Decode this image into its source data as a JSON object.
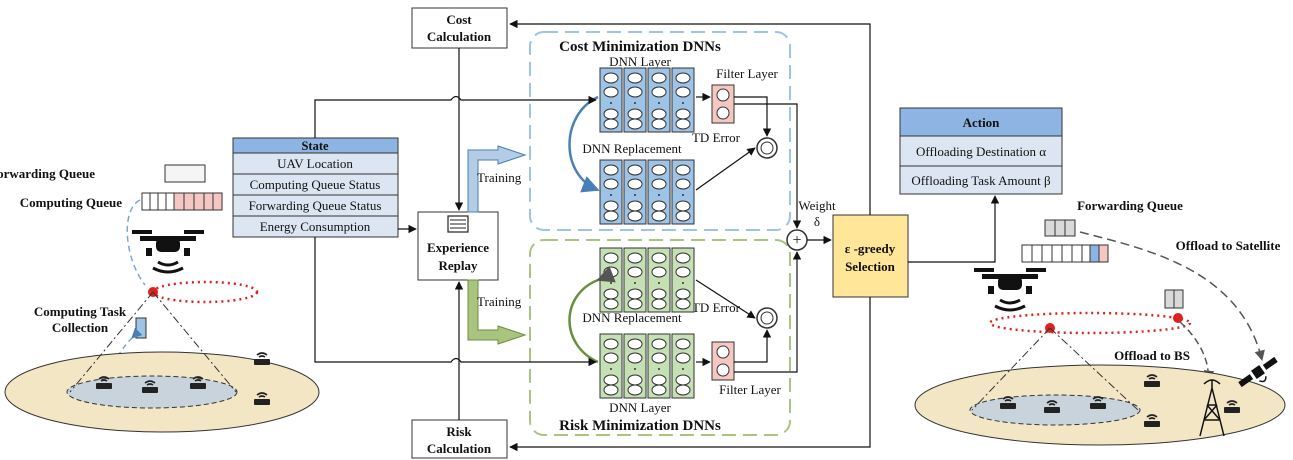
{
  "left_scene": {
    "forwarding_queue_label": "Forwarding Queue",
    "computing_queue_label": "Computing Queue",
    "computing_task_collection_line1": "Computing Task",
    "computing_task_collection_line2": "Collection"
  },
  "state": {
    "title": "State",
    "rows": [
      "UAV Location",
      "Computing Queue Status",
      "Forwarding Queue Status",
      "Energy Consumption"
    ]
  },
  "cost_calculation": {
    "line1": "Cost",
    "line2": "Calculation"
  },
  "risk_calculation": {
    "line1": "Risk",
    "line2": "Calculation"
  },
  "experience_replay": {
    "line1": "Experience",
    "line2": "Replay"
  },
  "training_top": "Training",
  "training_bottom": "Training",
  "cost_dnn": {
    "title": "Cost Minimization DNNs",
    "dnn_layer": "DNN Layer",
    "filter_layer": "Filter Layer",
    "dnn_replacement": "DNN Replacement",
    "td_error": "TD Error"
  },
  "risk_dnn": {
    "title": "Risk Minimization DNNs",
    "dnn_layer": "DNN Layer",
    "filter_layer": "Filter Layer",
    "dnn_replacement": "DNN Replacement",
    "td_error": "TD Error"
  },
  "weight": {
    "line1": "Weight",
    "line2": "δ"
  },
  "plus_symbol": "+",
  "selection": {
    "line1": "ε -greedy",
    "line2": "Selection"
  },
  "action": {
    "title": "Action",
    "rows": [
      "Offloading Destination α",
      "Offloading Task Amount β"
    ]
  },
  "right_scene": {
    "forwarding_queue_label": "Forwarding Queue",
    "offload_satellite": "Offload to Satellite",
    "offload_bs": "Offload to BS"
  },
  "colors": {
    "blue_fill": "#9dc3e6",
    "blue_header": "#8eb4e3",
    "green_fill": "#c5e0b4",
    "pink_fill": "#f4c7c3",
    "tan_ground": "#f3e6c4",
    "selection_fill": "#ffe699",
    "cost_dash": "#9dc3e6",
    "risk_dash": "#a9c47f",
    "red_dot": "#e02020"
  }
}
